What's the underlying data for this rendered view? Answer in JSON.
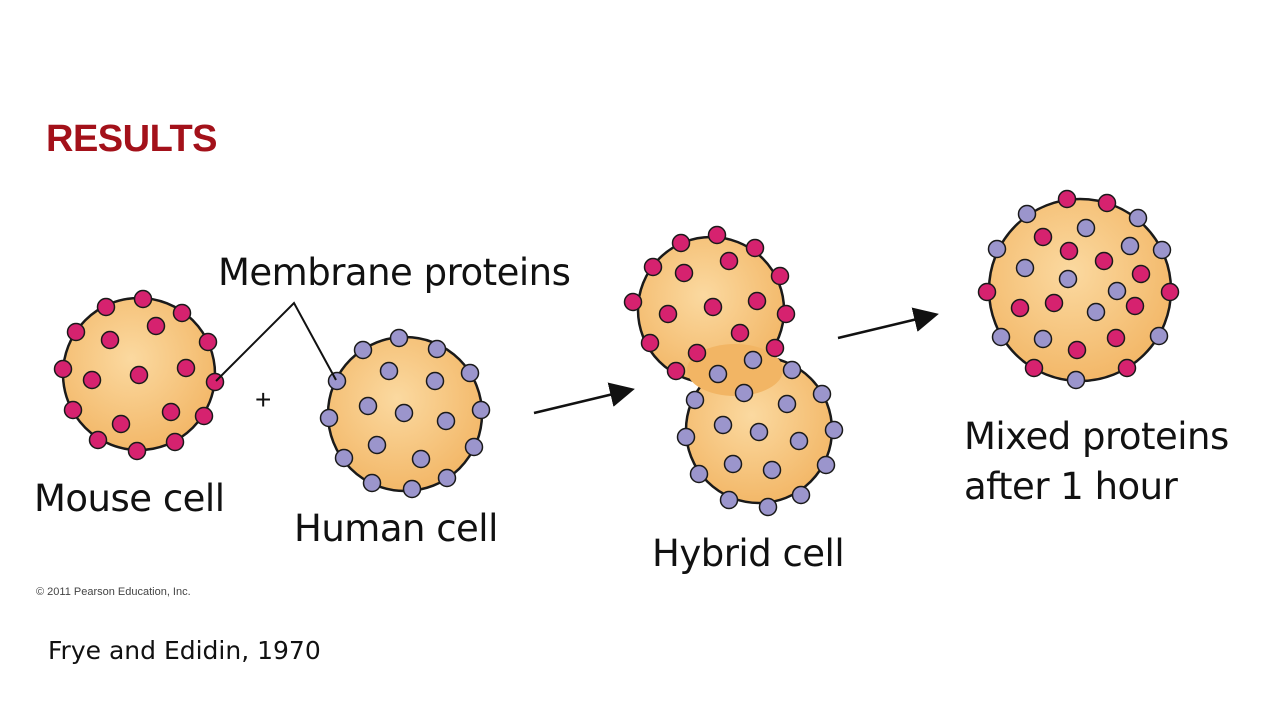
{
  "heading": "RESULTS",
  "labels": {
    "membrane_proteins": "Membrane proteins",
    "mouse_cell": "Mouse cell",
    "human_cell": "Human cell",
    "hybrid_cell": "Hybrid cell",
    "mixed_line1": "Mixed proteins",
    "mixed_line2": "after 1 hour",
    "plus": "+"
  },
  "copyright": "© 2011 Pearson Education, Inc.",
  "citation": "Frye and Edidin, 1970",
  "colors": {
    "heading": "#a3111a",
    "cell_fill": "#f2b564",
    "cell_fill_light": "#fbd9a0",
    "mouse_protein": "#d6226f",
    "human_protein": "#9b95cc",
    "outline": "#1a1a1a"
  }
}
